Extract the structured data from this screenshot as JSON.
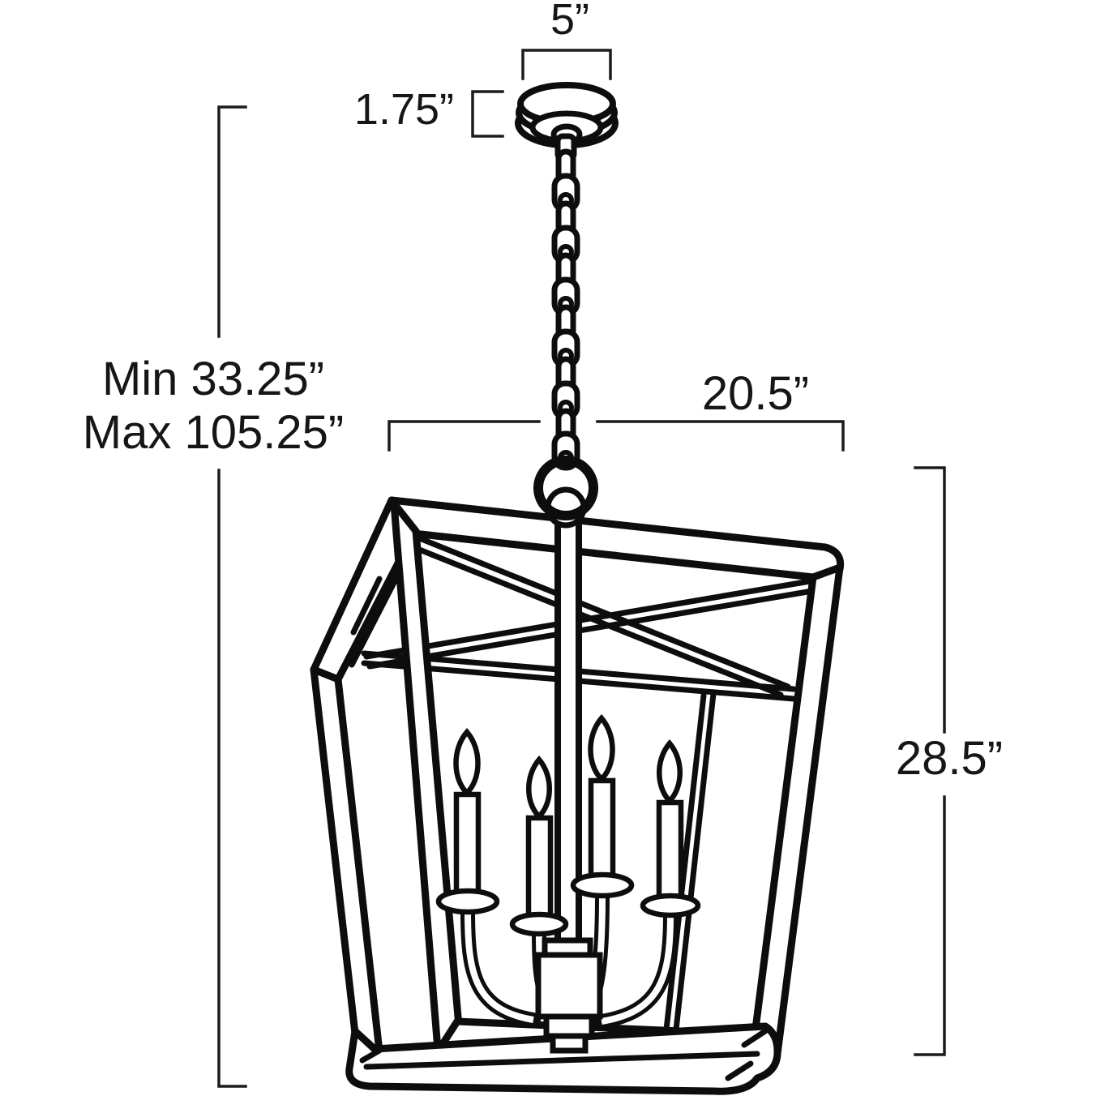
{
  "page": {
    "background": "#ffffff"
  },
  "drawing": {
    "ink_color": "#0d0d0d",
    "dimension_line_color": "#1c1c1c",
    "subject": "lantern-pendant-light",
    "light_count": 4
  },
  "labels": {
    "canopy_width": "5”",
    "canopy_height": "1.75”",
    "overall_min": "Min 33.25”",
    "overall_max": "Max 105.25”",
    "fixture_width": "20.5”",
    "body_height": "28.5”"
  }
}
